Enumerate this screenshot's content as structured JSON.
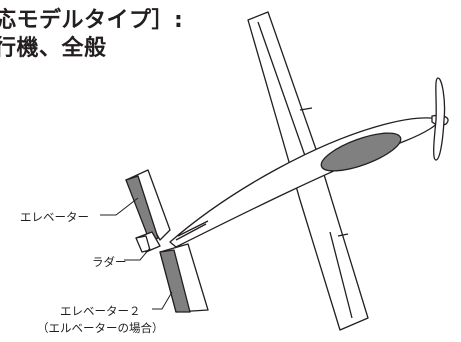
{
  "header": {
    "line1": "応モデルタイプ］:",
    "line2": "行機、全般"
  },
  "callouts": {
    "elevator": "エレベーター",
    "rudder": "ラダー",
    "elevator2": "エレベーター２",
    "elevator2_note": "（エルベーターの場合）"
  },
  "colors": {
    "outline": "#231f20",
    "surface_fill": "#808080",
    "body_fill": "#ffffff"
  }
}
